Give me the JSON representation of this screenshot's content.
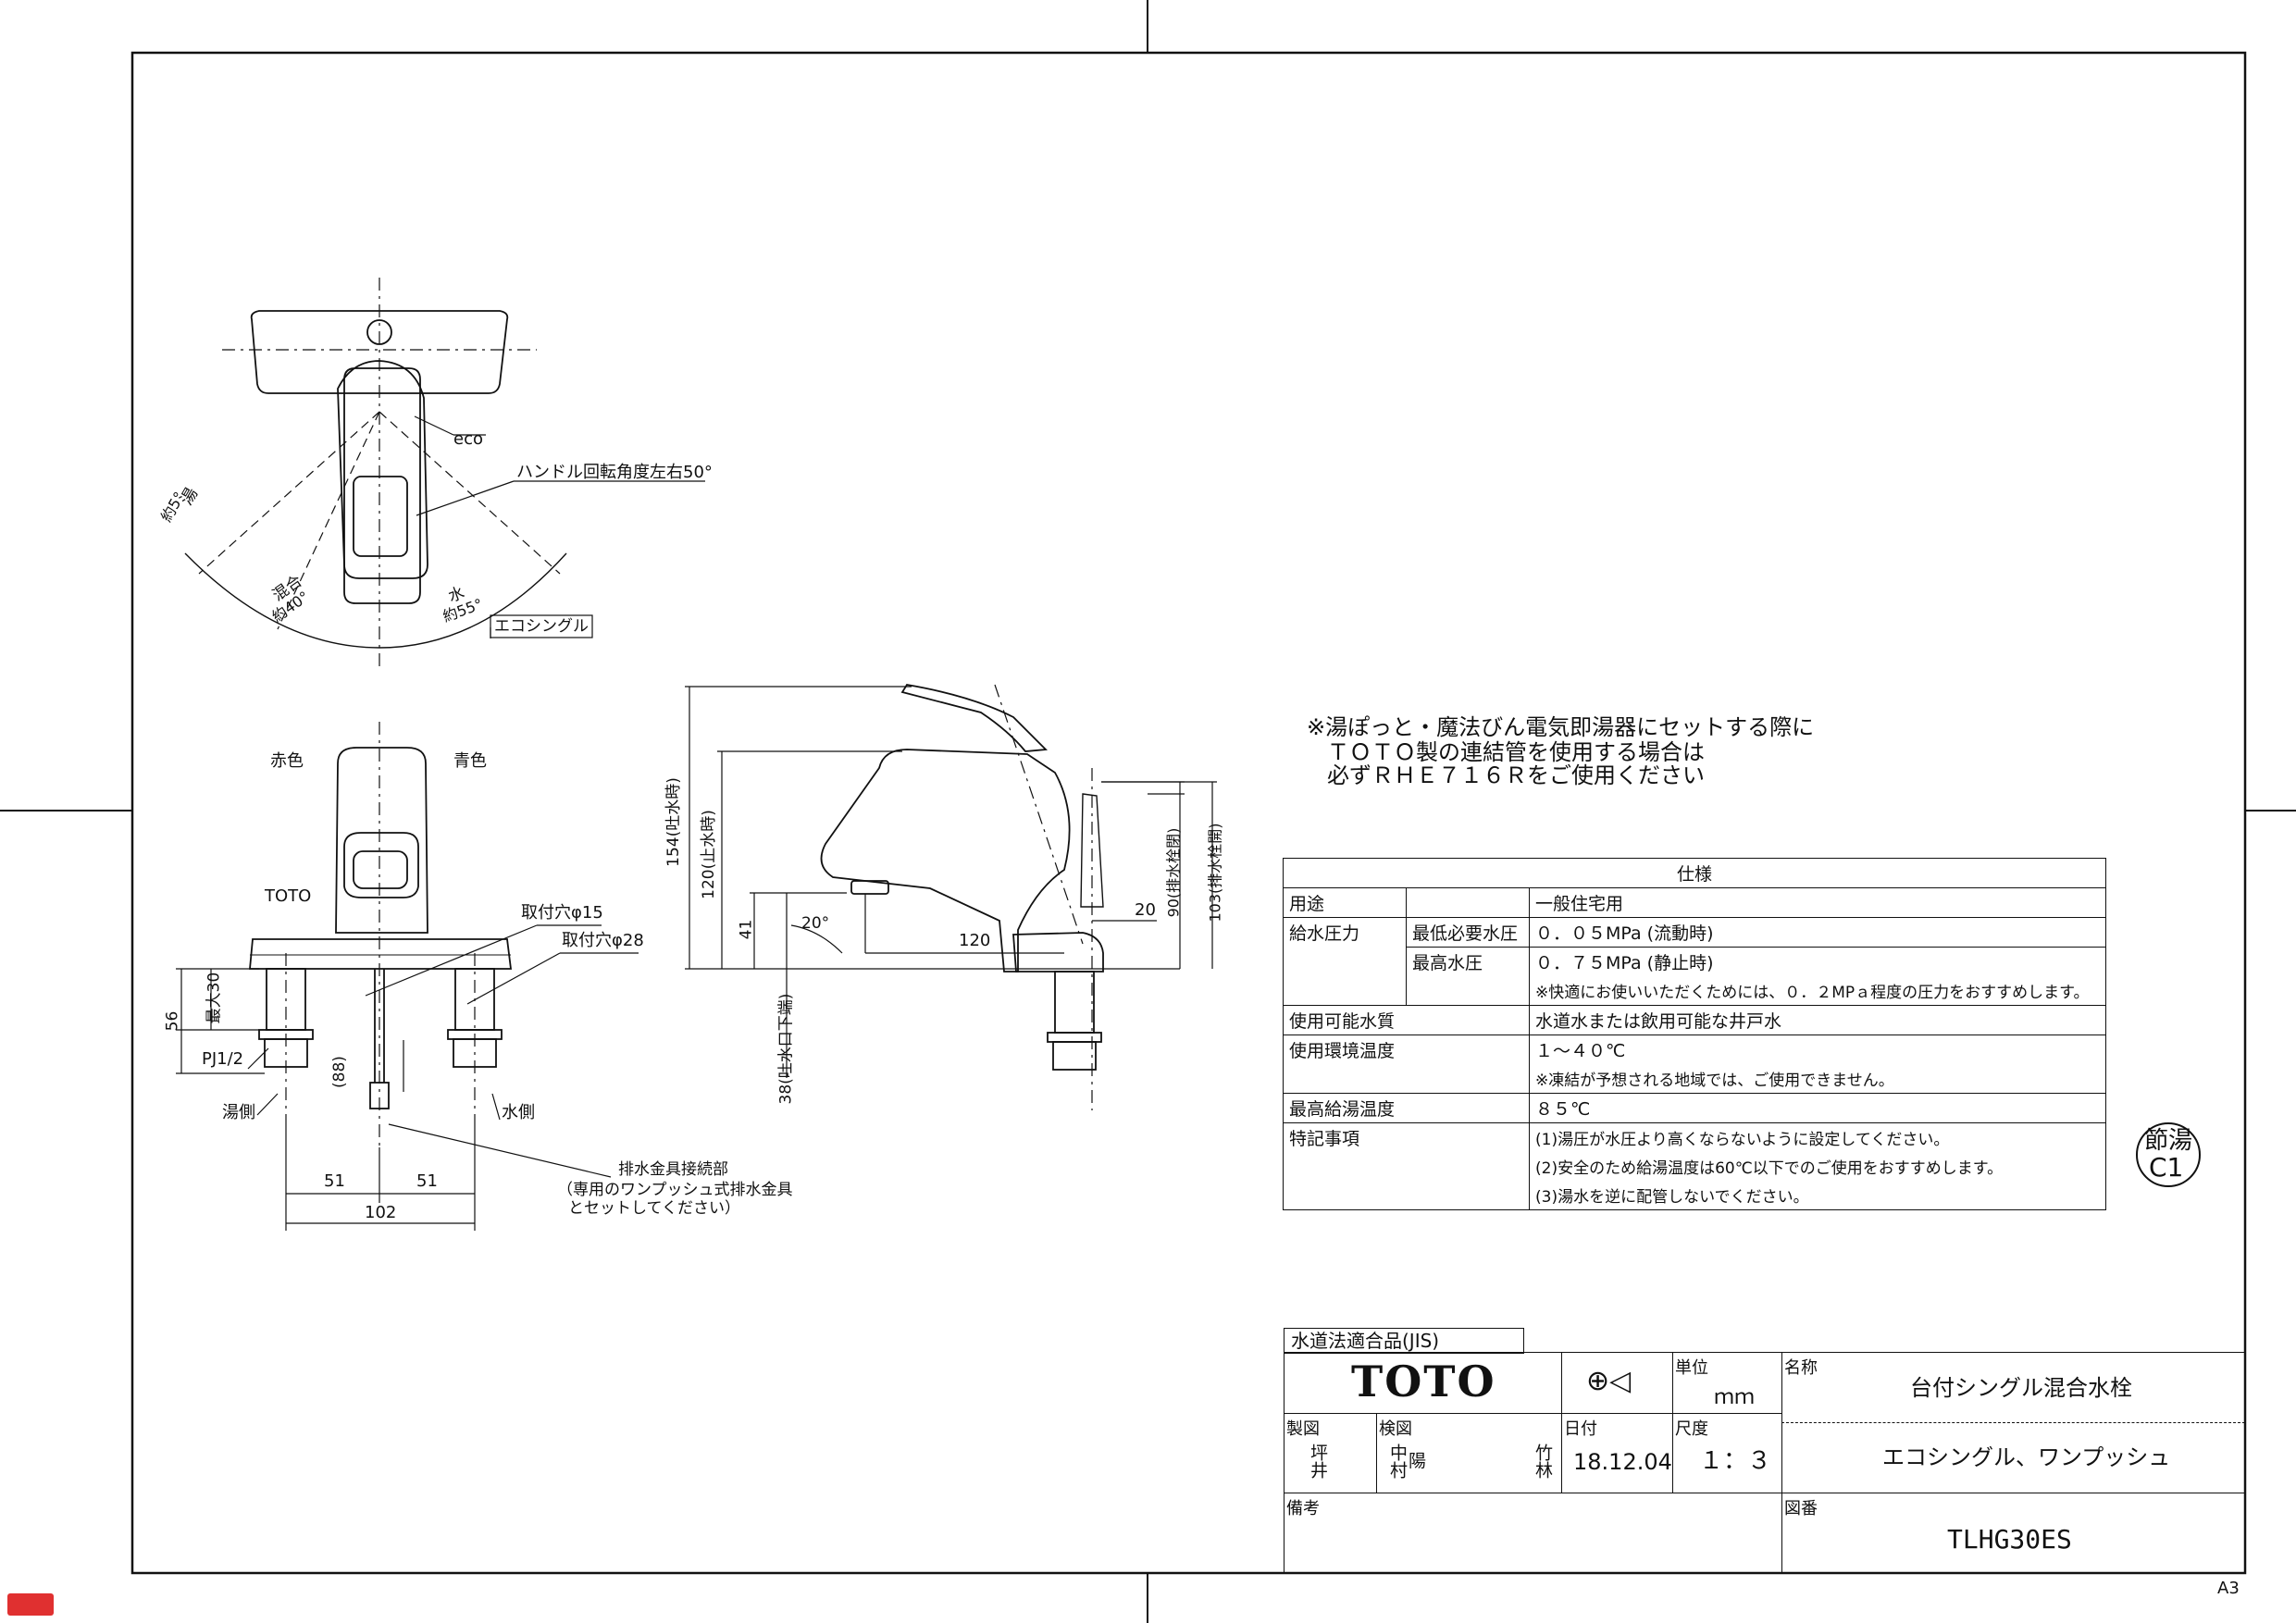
{
  "note": {
    "line1": "※湯ぽっと・魔法びん電気即湯器にセットする際に",
    "line2": "ＴＯＴＯ製の連結管を使用する場合は",
    "line3": "必ずＲＨＥ７１６Ｒをご使用ください"
  },
  "top_view": {
    "eco": "eco",
    "handle_angle": "ハンドル回転角度左右50°",
    "hot_label": "湯",
    "hot_angle": "約5°",
    "mix_label": "混合",
    "mix_angle": "約40°",
    "water_label": "水",
    "water_angle": "約55°",
    "eco_single": "エコシングル"
  },
  "front_view": {
    "red": "赤色",
    "blue": "青色",
    "brand": "TOTO",
    "hole15": "取付穴φ15",
    "hole28": "取付穴φ28",
    "max30": "最大30",
    "dim56": "56",
    "pj": "PJ1/2",
    "dim88": "(88)",
    "hot_side": "湯側",
    "water_side": "水側",
    "drain1": "排水金具接続部",
    "drain2": "（専用のワンプッシュ式排水金具",
    "drain3": "とセットしてください）",
    "dim51a": "51",
    "dim51b": "51",
    "dim102": "102"
  },
  "side_view": {
    "h154": "154(吐水時)",
    "h120": "120(止水時)",
    "h41": "41",
    "ang20": "20°",
    "w120": "120",
    "w20": "20",
    "h90": "90(排水栓閉)",
    "h103": "103(排水栓開)",
    "h38": "38(吐水口下端)"
  },
  "spec": {
    "title": "仕様",
    "rows": [
      {
        "label": "用途",
        "sub": "",
        "value": "一般住宅用"
      },
      {
        "label": "給水圧力",
        "sub": "最低必要水圧",
        "value": "０．０５MPa (流動時)"
      },
      {
        "label": "",
        "sub": "最高水圧",
        "value": "０．７５MPa (静止時)"
      },
      {
        "label": "",
        "sub": "",
        "value": "※快適にお使いいただくためには、０．２MPａ程度の圧力をおすすめします。"
      },
      {
        "label": "使用可能水質",
        "sub": "",
        "value": "水道水または飲用可能な井戸水"
      },
      {
        "label": "使用環境温度",
        "sub": "",
        "value": "１～４０℃"
      },
      {
        "label": "",
        "sub": "",
        "value": "※凍結が予想される地域では、ご使用できません。"
      },
      {
        "label": "最高給湯温度",
        "sub": "",
        "value": "８５℃"
      },
      {
        "label": "特記事項",
        "sub": "",
        "value": "(1)湯圧が水圧より高くならないように設定してください。"
      },
      {
        "label": "",
        "sub": "",
        "value": "(2)安全のため給湯温度は60℃以下でのご使用をおすすめします。"
      },
      {
        "label": "",
        "sub": "",
        "value": "(3)湯水を逆に配管しないでください。"
      }
    ]
  },
  "stamp": {
    "line1": "節湯",
    "line2": "C1"
  },
  "title_block": {
    "jis": "水道法適合品(JIS)",
    "logo": "TOTO",
    "unit_label": "単位",
    "unit": "ｍｍ",
    "name_label": "名称",
    "name": "台付シングル混合水栓",
    "subname": "エコシングル、ワンプッシュ",
    "drawn_label": "製図",
    "drawn": "坪井",
    "checked_label": "検図",
    "checked1": "中村",
    "checked2": "陽",
    "checked3": "竹林",
    "date_label": "日付",
    "date": "18.12.04",
    "scale_label": "尺度",
    "scale": "１：３",
    "remarks_label": "備考",
    "drawing_no_label": "図番",
    "drawing_no": "TLHG30ES"
  },
  "sheet_size": "A3"
}
